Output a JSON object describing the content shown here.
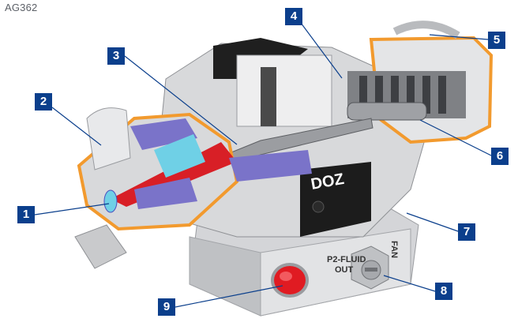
{
  "figure_code": "AG362",
  "colors": {
    "callout_bg": "#0b3f8c",
    "body_gray": "#d8d9db",
    "body_dark": "#a7a9ad",
    "black": "#1c1c1c",
    "needle_red": "#d81f26",
    "seal_purple": "#7a73c9",
    "seal_cyan": "#6fd0e6",
    "cap_orange": "#f29a2e",
    "port_red": "#e01b22"
  },
  "callouts": [
    {
      "label": "1"
    },
    {
      "label": "2"
    },
    {
      "label": "3"
    },
    {
      "label": "4"
    },
    {
      "label": "5"
    },
    {
      "label": "6"
    },
    {
      "label": "7"
    },
    {
      "label": "8"
    },
    {
      "label": "9"
    }
  ],
  "manifold": {
    "port_label_line1": "P2-FLUID",
    "port_label_line2": "OUT",
    "side_label": "FAN",
    "logo_text": "DOZ"
  }
}
